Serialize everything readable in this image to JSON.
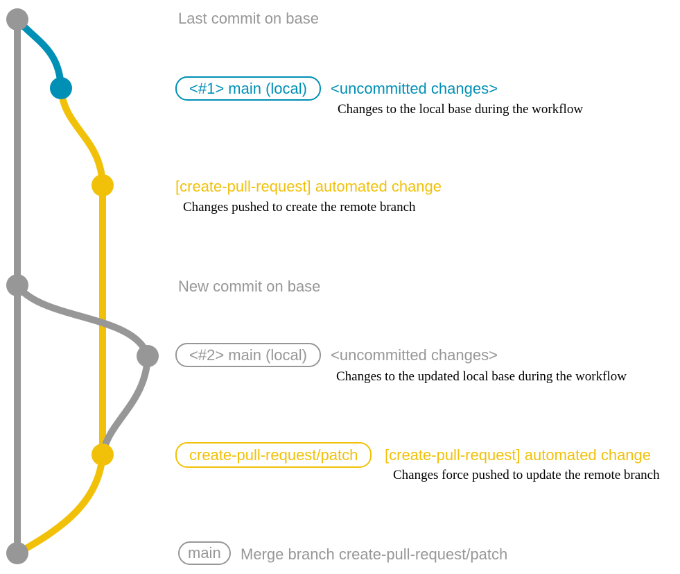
{
  "diagram_type": "git-branch-workflow",
  "colors": {
    "base_branch": "#979797",
    "local_branch": "#008fb5",
    "patch_branch": "#f1c109",
    "caption_text": "#000000",
    "background": "#ffffff"
  },
  "annotations": {
    "last_commit": {
      "text": "Last commit on base"
    },
    "local1": {
      "badge": "<#1> main (local)",
      "title": "<uncommitted changes>",
      "caption": "Changes to the local base during the workflow"
    },
    "push1": {
      "title": "[create-pull-request] automated change",
      "caption": "Changes pushed to create the remote branch"
    },
    "new_commit": {
      "text": "New commit on base"
    },
    "local2": {
      "badge": "<#2> main (local)",
      "title": "<uncommitted changes>",
      "caption": "Changes to the updated local base during the workflow"
    },
    "push2": {
      "badge": "create-pull-request/patch",
      "title": "[create-pull-request] automated change",
      "caption": "Changes force pushed to update the remote branch"
    },
    "merge": {
      "badge": "main",
      "title": "Merge branch create-pull-request/patch"
    }
  }
}
